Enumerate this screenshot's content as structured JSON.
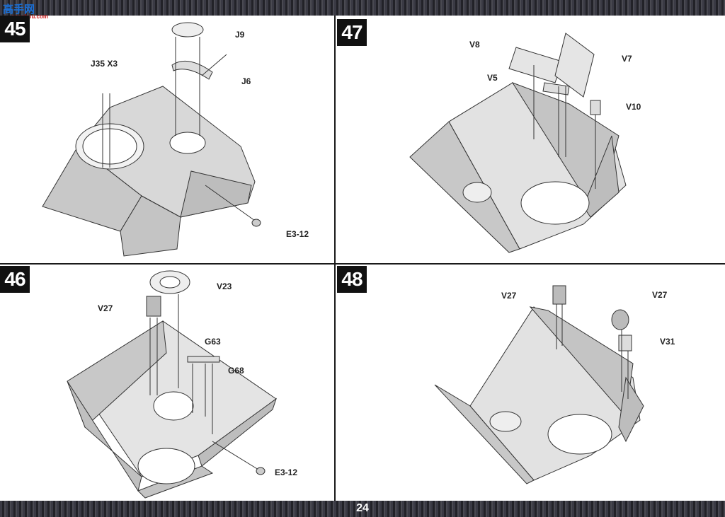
{
  "page": {
    "number": "24"
  },
  "watermark": {
    "title": "高手网",
    "subtitle": "gaoshou.com"
  },
  "steps": [
    {
      "number": "45",
      "labels": [
        "J9",
        "J35 X3",
        "J6",
        "E3-12"
      ]
    },
    {
      "number": "47",
      "labels": [
        "V8",
        "V7",
        "V5",
        "V10"
      ]
    },
    {
      "number": "46",
      "labels": [
        "V23",
        "V27",
        "G63",
        "G68",
        "E3-12"
      ]
    },
    {
      "number": "48",
      "labels": [
        "V27",
        "V27",
        "V31"
      ]
    }
  ],
  "colors": {
    "hull": "#c8c8c8",
    "hull_dark": "#9c9c9c",
    "floor": "#e4e4e4",
    "line": "#333333"
  }
}
